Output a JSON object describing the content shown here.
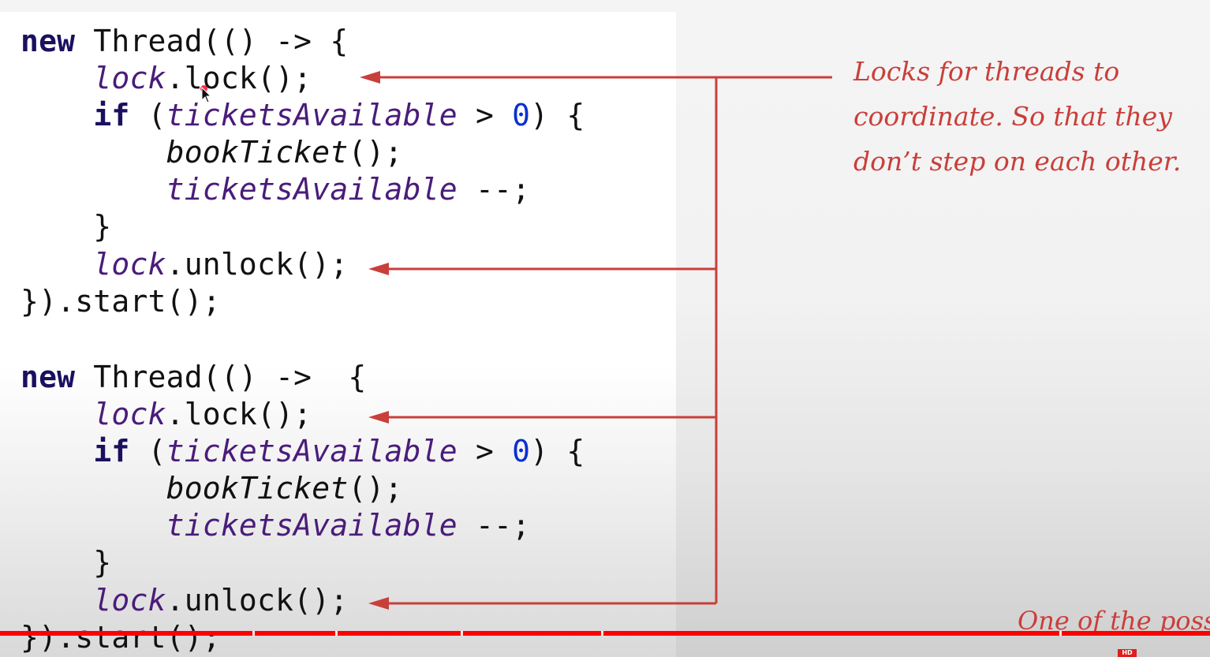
{
  "code": {
    "block1": {
      "line1": {
        "kw": "new",
        "rest": " Thread(() -> {"
      },
      "line2": {
        "indent": "    ",
        "obj": "lock",
        "rest": ".lock();"
      },
      "line3": {
        "indent": "    ",
        "kw": "if",
        "open": " (",
        "var": "ticketsAvailable",
        "op": " > ",
        "num": "0",
        "close": ") {"
      },
      "line4": {
        "indent": "        ",
        "fn": "bookTicket",
        "rest": "();"
      },
      "line5": {
        "indent": "        ",
        "var": "ticketsAvailable",
        "rest": " --;"
      },
      "line6": {
        "text": "    }"
      },
      "line7": {
        "indent": "    ",
        "obj": "lock",
        "rest": ".unlock();"
      },
      "line8": {
        "text": "}).start();"
      }
    },
    "block2": {
      "line1": {
        "kw": "new",
        "rest": " Thread(() ->  {"
      },
      "line2": {
        "indent": "    ",
        "obj": "lock",
        "rest": ".lock();"
      },
      "line3": {
        "indent": "    ",
        "kw": "if",
        "open": " (",
        "var": "ticketsAvailable",
        "op": " > ",
        "num": "0",
        "close": ") {"
      },
      "line4": {
        "indent": "        ",
        "fn": "bookTicket",
        "rest": "();"
      },
      "line5": {
        "indent": "        ",
        "var": "ticketsAvailable",
        "rest": " --;"
      },
      "line6": {
        "text": "    }"
      },
      "line7": {
        "indent": "    ",
        "obj": "lock",
        "rest": ".unlock();"
      },
      "line8": {
        "text": "}).start();"
      }
    }
  },
  "annotation": {
    "line1": "Locks for threads to",
    "line2": "coordinate. So that they",
    "line3": "don’t step on each other."
  },
  "footnote": "One of the poss",
  "player": {
    "progress": 1.0,
    "hd_badge": "HD"
  },
  "colors": {
    "annotation": "#c93f3a",
    "arrow": "#c93f3a",
    "progress": "#ff0000"
  }
}
